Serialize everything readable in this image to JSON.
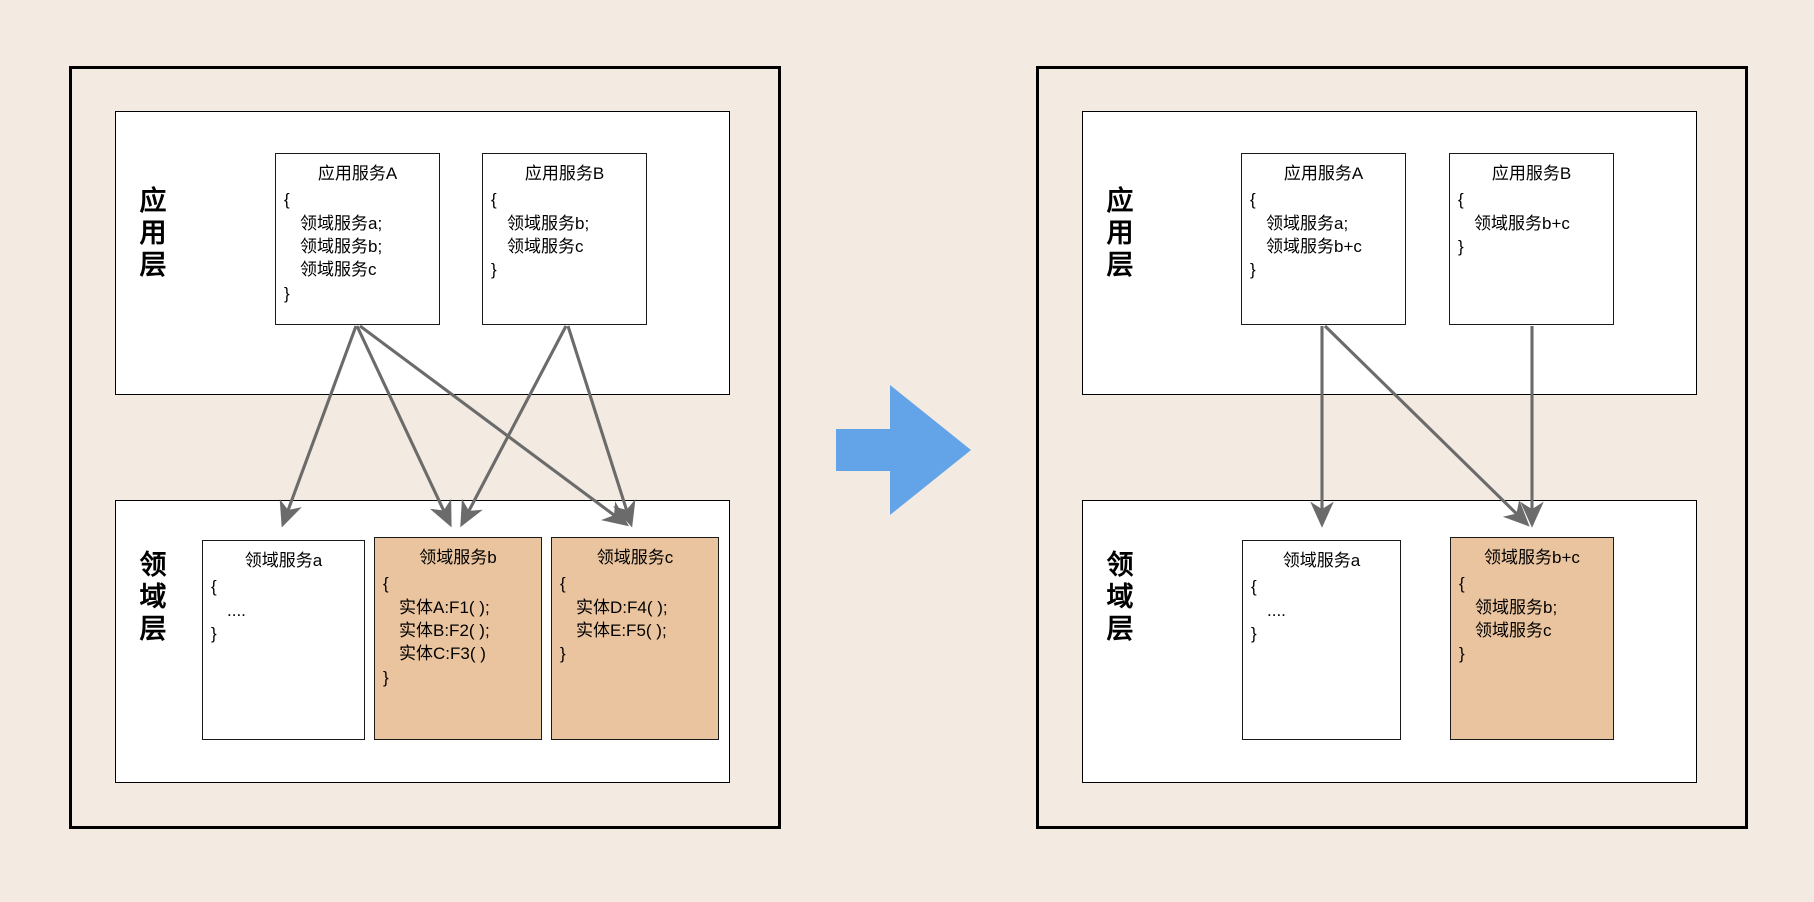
{
  "colors": {
    "background": "#f3eae1",
    "panel_border": "#000000",
    "layer_fill": "#ffffff",
    "box_fill": "#ffffff",
    "box_highlight_fill": "#eac49e",
    "box_border": "#1a1a1a",
    "arrow": "#6b6b6b",
    "transition_arrow": "#63a3e8"
  },
  "before": {
    "application_layer": {
      "label": "应用层",
      "services": [
        {
          "id": "app-service-a",
          "title": "应用服务A",
          "lines": [
            {
              "text": "{",
              "indent": false
            },
            {
              "text": "领域服务a;",
              "indent": true
            },
            {
              "text": "领域服务b;",
              "indent": true
            },
            {
              "text": "领域服务c",
              "indent": true
            },
            {
              "text": "}",
              "indent": false
            }
          ]
        },
        {
          "id": "app-service-b",
          "title": "应用服务B",
          "lines": [
            {
              "text": "{",
              "indent": false
            },
            {
              "text": "领域服务b;",
              "indent": true
            },
            {
              "text": "领域服务c",
              "indent": true
            },
            {
              "text": "}",
              "indent": false
            }
          ]
        }
      ]
    },
    "domain_layer": {
      "label": "领域层",
      "services": [
        {
          "id": "domain-service-a",
          "title": "领域服务a",
          "highlight": false,
          "lines": [
            {
              "text": "{",
              "indent": false
            },
            {
              "text": "....",
              "indent": true
            },
            {
              "text": "}",
              "indent": false
            }
          ]
        },
        {
          "id": "domain-service-b",
          "title": "领域服务b",
          "highlight": true,
          "lines": [
            {
              "text": "{",
              "indent": false
            },
            {
              "text": "实体A:F1( );",
              "indent": true
            },
            {
              "text": "实体B:F2( );",
              "indent": true
            },
            {
              "text": "实体C:F3( )",
              "indent": true
            },
            {
              "text": "}",
              "indent": false
            }
          ]
        },
        {
          "id": "domain-service-c",
          "title": "领域服务c",
          "highlight": true,
          "lines": [
            {
              "text": "{",
              "indent": false
            },
            {
              "text": "实体D:F4( );",
              "indent": true
            },
            {
              "text": "实体E:F5( );",
              "indent": true
            },
            {
              "text": "}",
              "indent": false
            }
          ]
        }
      ]
    }
  },
  "after": {
    "application_layer": {
      "label": "应用层",
      "services": [
        {
          "id": "app-service-a",
          "title": "应用服务A",
          "lines": [
            {
              "text": "{",
              "indent": false
            },
            {
              "text": "领域服务a;",
              "indent": true
            },
            {
              "text": "领域服务b+c",
              "indent": true
            },
            {
              "text": "}",
              "indent": false
            }
          ]
        },
        {
          "id": "app-service-b",
          "title": "应用服务B",
          "lines": [
            {
              "text": "{",
              "indent": false
            },
            {
              "text": "领域服务b+c",
              "indent": true
            },
            {
              "text": "}",
              "indent": false
            }
          ]
        }
      ]
    },
    "domain_layer": {
      "label": "领域层",
      "services": [
        {
          "id": "domain-service-a",
          "title": "领域服务a",
          "highlight": false,
          "lines": [
            {
              "text": "{",
              "indent": false
            },
            {
              "text": "....",
              "indent": true
            },
            {
              "text": "}",
              "indent": false
            }
          ]
        },
        {
          "id": "domain-service-b-c",
          "title": "领域服务b+c",
          "highlight": true,
          "lines": [
            {
              "text": "{",
              "indent": false
            },
            {
              "text": "领域服务b;",
              "indent": true
            },
            {
              "text": "领域服务c",
              "indent": true
            },
            {
              "text": "}",
              "indent": false
            }
          ]
        }
      ]
    }
  },
  "transition": {
    "icon": "right-arrow-icon"
  }
}
